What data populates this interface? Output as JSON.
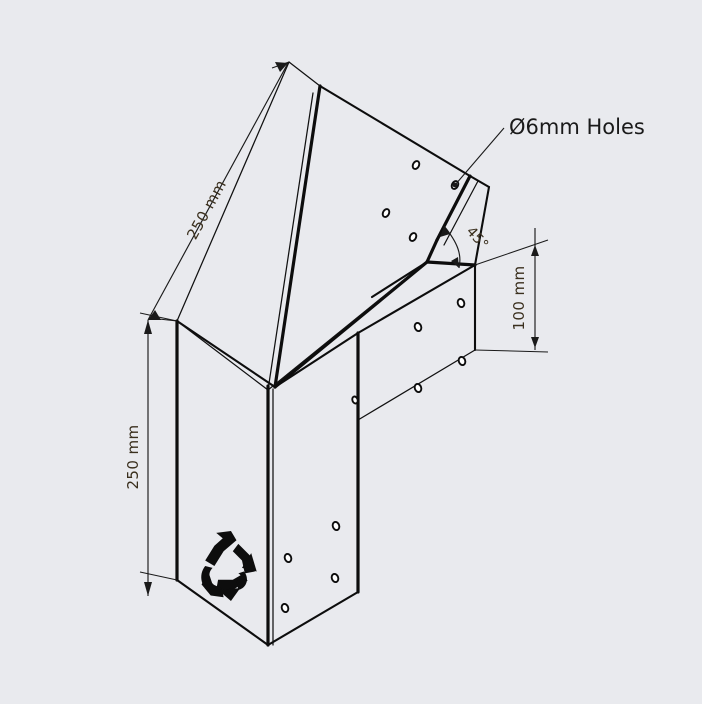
{
  "drawing": {
    "title": "45 Degree Duct Elbow Isometric Drawing",
    "background_color": "#e9eaee",
    "line_color": "#0d0d0d",
    "dimension_text_color": "#3a2f1d",
    "note_text_color": "#1a1a1a"
  },
  "annotations": {
    "hole_note": "Ø6mm Holes",
    "length_dimension": "250 mm",
    "height_dimension": "250 mm",
    "width_dimension": "100 mm",
    "angle_dimension": "45°"
  },
  "symbols": {
    "recycle_symbol": "recycle-icon",
    "diameter_symbol": "Ø"
  },
  "geometry": {
    "holes_total": 13,
    "hole_diameter_mm": 6,
    "elbow_angle_deg": 45,
    "duct_length_mm": 250,
    "duct_height_mm": 250,
    "duct_width_mm": 100
  }
}
